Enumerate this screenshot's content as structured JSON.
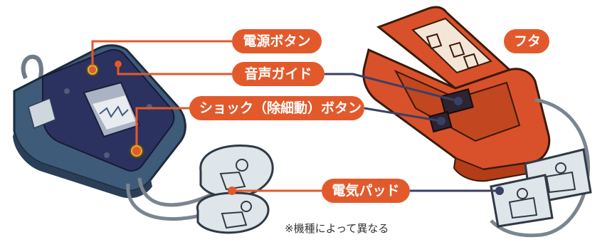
{
  "labels": {
    "power_button": "電源ボタン",
    "lid": "フタ",
    "voice_guide": "音声ガイド",
    "shock_button": "ショック（除細動）ボタン",
    "electrode_pads": "電気パッド"
  },
  "note": "※機種によって異なる",
  "colors": {
    "label_bg": "#e25a2c",
    "label_text": "#ffffff",
    "leader_orange": "#e25a2c",
    "leader_navy": "#3a3f66",
    "device_left_body": "#3e5b7a",
    "device_left_panel": "#2c3260",
    "device_right_body": "#d9512a",
    "pads": "#dfe6ea"
  }
}
